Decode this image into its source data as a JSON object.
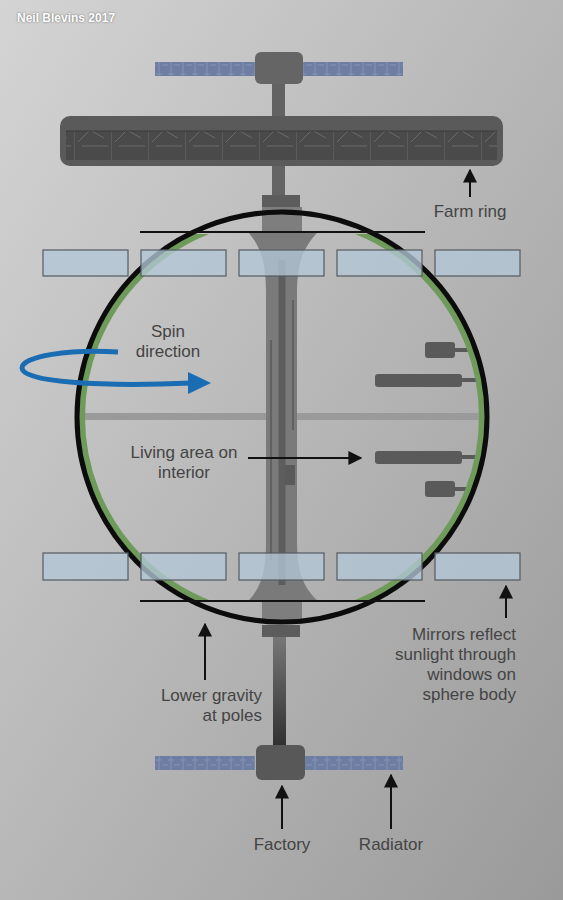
{
  "diagram": {
    "labels": [
      "Neil Blevins 2017",
      "Farm ring",
      "Spin direction",
      "Living area on interior",
      "Lower gravity at poles",
      "Mirrors reflect sunlight through windows on sphere body",
      "Factory",
      "Radiator"
    ]
  }
}
